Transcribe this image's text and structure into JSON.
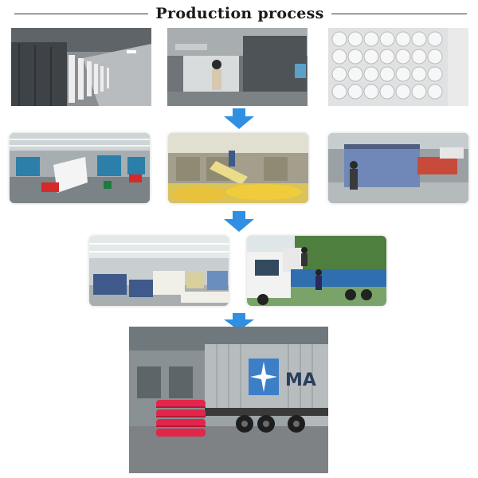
{
  "header": {
    "title": "Production process"
  },
  "colors": {
    "arrow": "#2f8fe3",
    "title_line": "#333333"
  },
  "stages": [
    {
      "photos": [
        "warehouse-rows-photo",
        "loom-operator-photo",
        "fabric-rolls-photo"
      ]
    },
    {
      "photos": [
        "weaving-hall-photo",
        "dyeing-machine-photo",
        "inspection-machine-photo"
      ]
    },
    {
      "photos": [
        "finished-goods-warehouse-photo",
        "truck-loading-photo"
      ]
    },
    {
      "photos": [
        "container-truck-photo"
      ]
    }
  ],
  "container_truck": {
    "container_marking": "MA"
  }
}
